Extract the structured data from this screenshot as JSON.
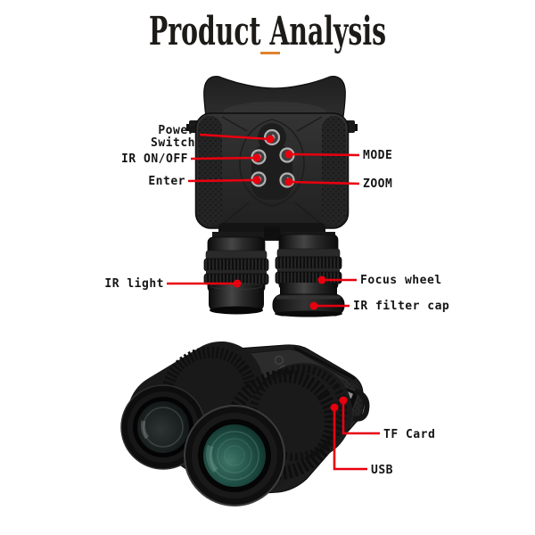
{
  "title": "Product Analysis",
  "colors": {
    "background": "#ffffff",
    "title_text": "#1d1b18",
    "title_underline": "#e0832f",
    "callout_red": "#e8000f",
    "label_text": "#141414",
    "lens_glass_teal": "#1d4a41"
  },
  "top_view": {
    "callouts": {
      "power_switch": {
        "line1": "Power",
        "line2": "Switch"
      },
      "ir_on_off": "IR ON/OFF",
      "enter": "Enter",
      "mode": "MODE",
      "zoom": "ZOOM",
      "ir_light": "IR light",
      "focus_wheel": "Focus wheel",
      "ir_filter_cap": "IR filter cap"
    }
  },
  "bottom_view": {
    "callouts": {
      "tf_card": "TF Card",
      "usb": "USB"
    }
  }
}
